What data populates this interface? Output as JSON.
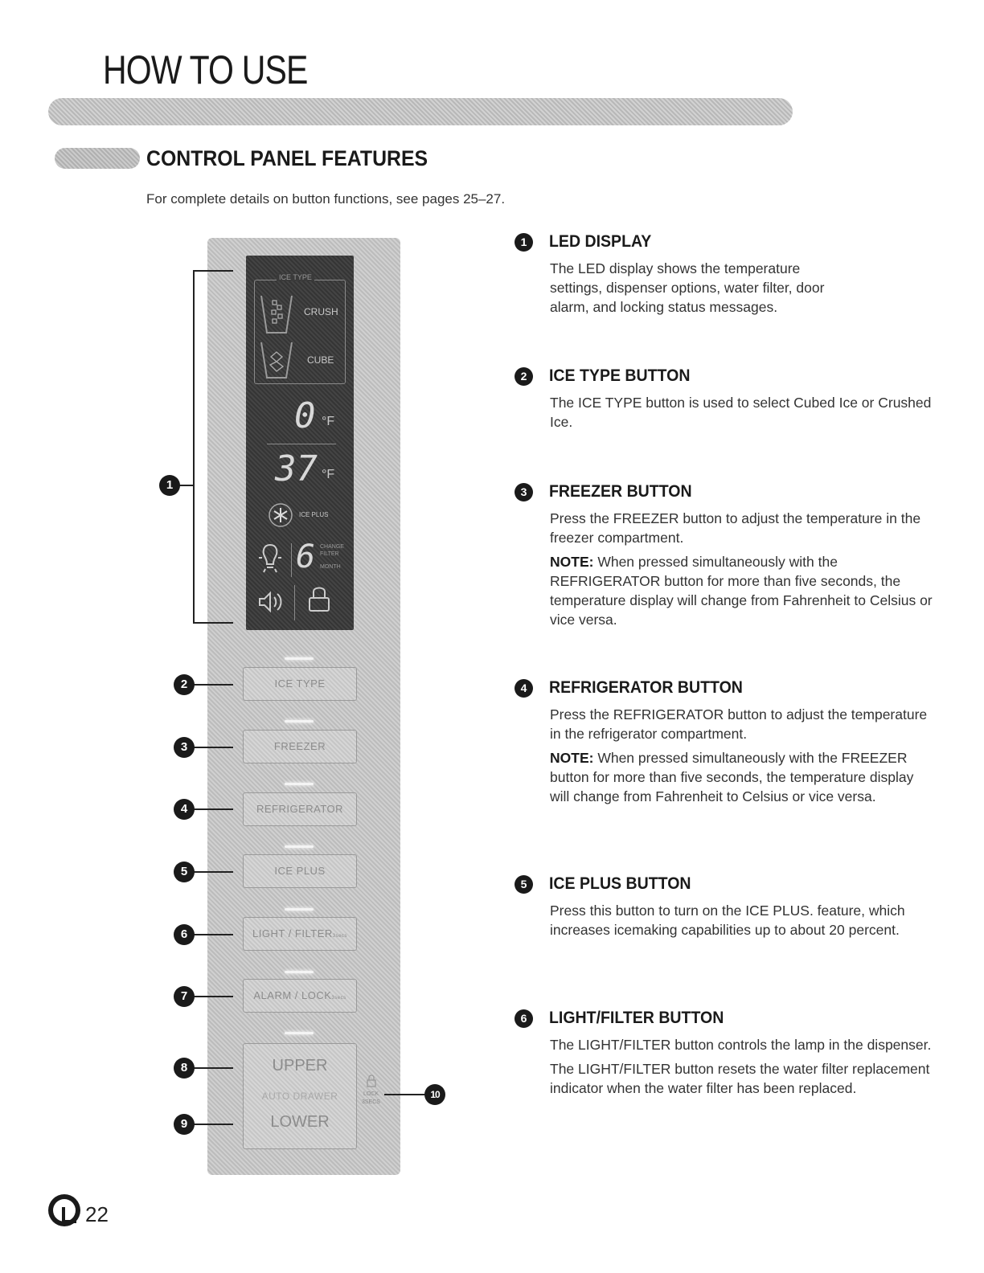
{
  "page": {
    "title": "HOW TO USE",
    "section_heading": "CONTROL PANEL FEATURES",
    "intro": "For complete details on button functions, see pages 25–27.",
    "page_number": "22"
  },
  "panel": {
    "display": {
      "ice_type_label": "ICE TYPE",
      "crush": "CRUSH",
      "cube": "CUBE",
      "freezer_temp": "0",
      "freezer_unit": "°F",
      "fridge_temp": "37",
      "fridge_unit": "°F",
      "ice_plus": "ICE PLUS",
      "filter_months": "6",
      "change_filter": "CHANGE FILTER",
      "month": "MONTH"
    },
    "buttons": {
      "ice_type": "ICE TYPE",
      "freezer": "FREEZER",
      "refrigerator": "REFRIGERATOR",
      "ice_plus": "ICE PLUS",
      "light_filter": "LIGHT / FILTER",
      "light_filter_hold": "3secs",
      "alarm_lock": "ALARM / LOCK",
      "alarm_lock_hold": "3secs",
      "upper": "UPPER",
      "auto_drawer": "AUTO DRAWER",
      "lower": "LOWER",
      "drawer_lock": "LOCK",
      "drawer_lock_hold": "3SECS"
    },
    "callouts": [
      "1",
      "2",
      "3",
      "4",
      "5",
      "6",
      "7",
      "8",
      "9",
      "10"
    ]
  },
  "features": [
    {
      "number": "1",
      "title": "LED DISPLAY",
      "body": "The LED display shows the temperature settings, dispenser options, water filter, door alarm, and locking status messages."
    },
    {
      "number": "2",
      "title": "ICE TYPE BUTTON",
      "body": "The ICE TYPE button is used to select Cubed Ice or Crushed Ice."
    },
    {
      "number": "3",
      "title": "FREEZER BUTTON",
      "body": "Press the FREEZER button to adjust the temperature in the freezer compartment.",
      "note_label": "NOTE:",
      "note": "When pressed simultaneously with the REFRIGERATOR button for more than five seconds, the temperature display will change from Fahrenheit to Celsius or vice versa."
    },
    {
      "number": "4",
      "title": "REFRIGERATOR BUTTON",
      "body": "Press the REFRIGERATOR button to adjust the temperature in the refrigerator compartment.",
      "note_label": "NOTE:",
      "note": "When pressed simultaneously with the FREEZER button for more than five seconds, the temperature display will change from Fahrenheit to Celsius or vice versa."
    },
    {
      "number": "5",
      "title": "ICE PLUS BUTTON",
      "body": "Press this button to turn on the ICE PLUS. feature, which increases icemaking capabilities up to about 20 percent."
    },
    {
      "number": "6",
      "title": "LIGHT/FILTER BUTTON",
      "body": "The LIGHT/FILTER button controls the lamp in the dispenser.",
      "body2": "The LIGHT/FILTER button resets the water filter replacement indicator when the water filter has been replaced."
    }
  ]
}
